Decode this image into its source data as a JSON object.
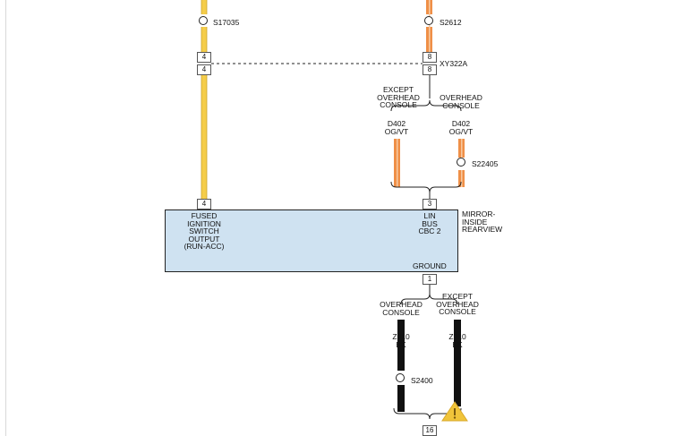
{
  "splices": {
    "s17035": "S17035",
    "s2612": "S2612",
    "s22405": "S22405",
    "s2400": "S2400"
  },
  "connector_top": {
    "name": "XY322A",
    "left_pin_upper": "4",
    "left_pin_lower": "4",
    "right_pin_upper": "8",
    "right_pin_lower": "8"
  },
  "branches_top": {
    "left_label": "EXCEPT\nOVERHEAD\nCONSOLE",
    "right_label": "OVERHEAD\nCONSOLE",
    "left_wire": "D402\nOG/VT",
    "right_wire": "D402\nOG/VT"
  },
  "module": {
    "name": "MIRROR-\nINSIDE\nREARVIEW",
    "pin_fused": "4",
    "pin_lin": "3",
    "pin_ground": "1",
    "fused_label": "FUSED\nIGNITION\nSWITCH\nOUTPUT\n(RUN-ACC)",
    "lin_label": "LIN\nBUS\nCBC 2",
    "ground_label": "GROUND"
  },
  "branches_bottom": {
    "left_label": "OVERHEAD\nCONSOLE",
    "right_label": "EXCEPT\nOVERHEAD\nCONSOLE",
    "left_wire": "Z910\nBK",
    "right_wire": "Z910\nBK"
  },
  "bottom_connector": {
    "pin": "16"
  },
  "colors": {
    "wire_yellow": "#f5cd4a",
    "wire_orange": "#ef8f47",
    "wire_black": "#111111",
    "module_fill": "#cfe2f1",
    "warning": "#f0c43a"
  },
  "icons": [
    "warning-icon"
  ]
}
